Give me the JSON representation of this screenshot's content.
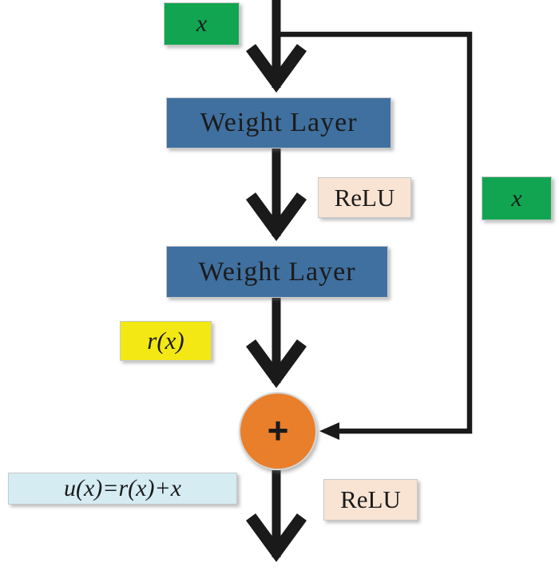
{
  "diagram": {
    "input_label": "x",
    "weight_layer_top": "Weight Layer",
    "relu_mid": "ReLU",
    "skip_label": "x",
    "weight_layer_bottom": "Weight Layer",
    "residual_label": "r(x)",
    "sum_symbol": "+",
    "sum_equation": "u(x)=r(x)+x",
    "relu_out": "ReLU"
  },
  "colors": {
    "green": "#12a551",
    "blue": "#3f709f",
    "peach": "#f9e4d4",
    "yellow": "#f3e813",
    "lightblue": "#d5ecf3",
    "orange": "#e97e2b",
    "line": "#1a1a1a"
  }
}
